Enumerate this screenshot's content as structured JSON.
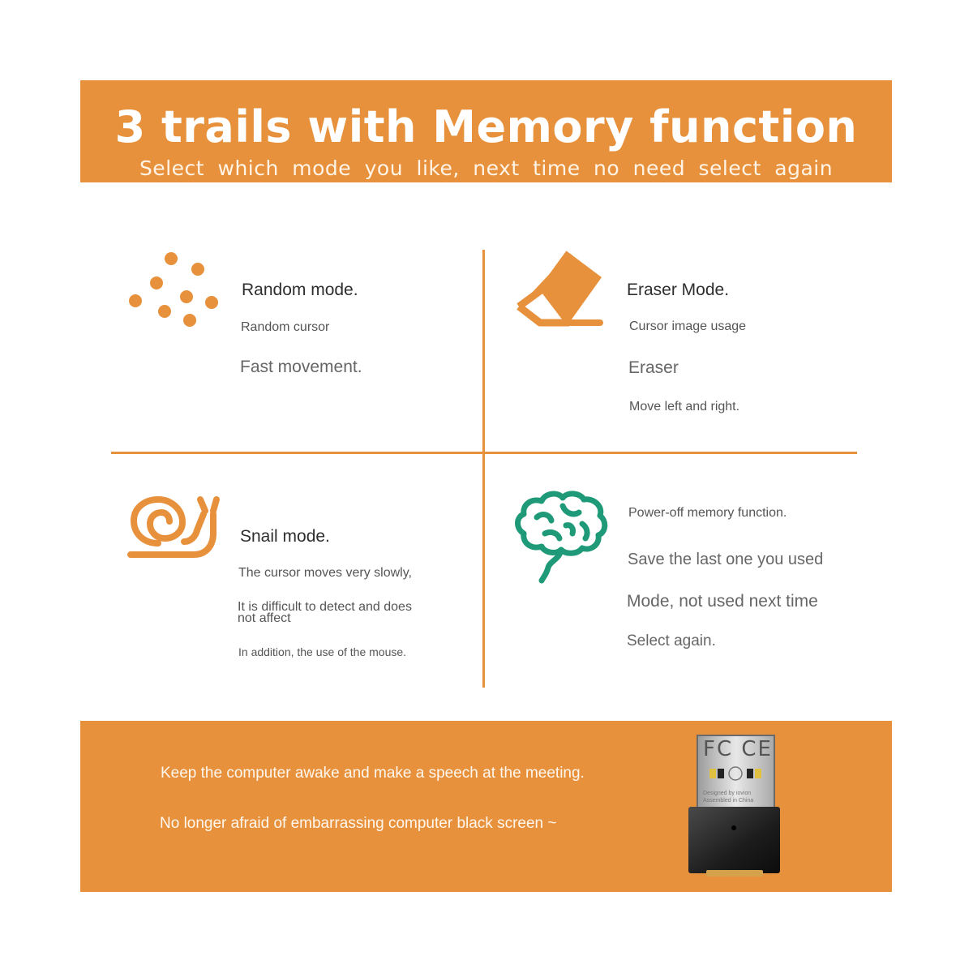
{
  "banner": {
    "title": "3 trails with Memory function",
    "subtitle": "Select which mode you like, next time no need select again"
  },
  "modes": {
    "random": {
      "title": "Random mode.",
      "line1": "Random cursor",
      "line2": "Fast movement."
    },
    "eraser": {
      "title": "Eraser Mode.",
      "line1": "Cursor image usage",
      "line2": "Eraser",
      "line3": "Move left and right."
    },
    "snail": {
      "title": "Snail mode.",
      "line1": "The cursor moves very slowly,",
      "line2a": "It is difficult to detect and does",
      "line2b": "not affect",
      "line3": "In addition, the use of the mouse."
    },
    "memory": {
      "title": "Power-off memory function.",
      "line1": "Save the last one you used",
      "line2": "Mode, not used next time",
      "line3": "Select again."
    }
  },
  "footer": {
    "line1": "Keep the computer awake and make a speech at the meeting.",
    "line2": "No longer afraid of embarrassing computer black screen ~"
  },
  "device": {
    "marks": "FC CE",
    "label1": "Designed by iovion",
    "label2": "Assembled in China"
  },
  "colors": {
    "accent": "#e8913c",
    "brain": "#1f9a78"
  },
  "icons": [
    "dots-icon",
    "eraser-icon",
    "snail-icon",
    "brain-icon"
  ]
}
